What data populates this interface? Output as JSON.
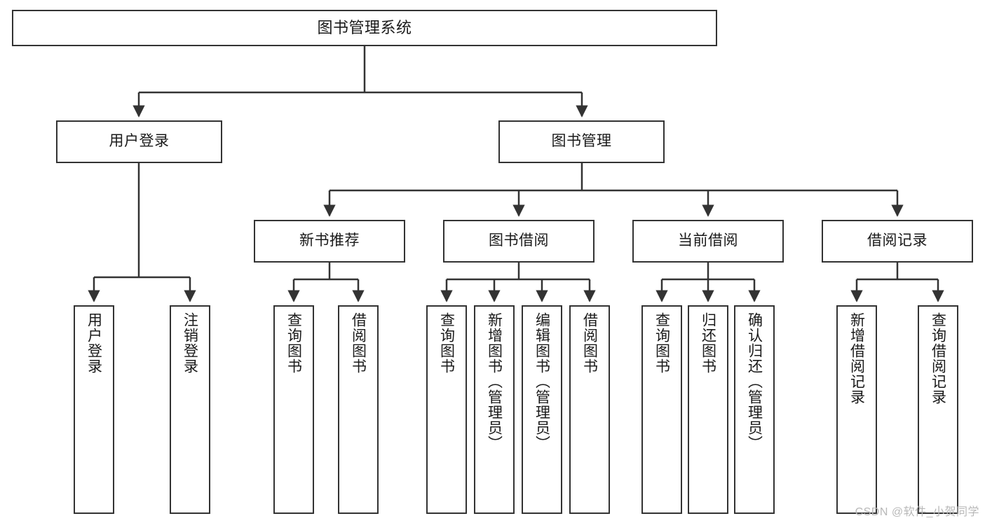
{
  "diagram": {
    "type": "tree",
    "title": "图书管理系统",
    "watermark": "CSDN @软件_小贺同学",
    "colors": {
      "box_border": "#333333",
      "box_fill": "#ffffff",
      "edge": "#333333",
      "text": "#1a1a1a",
      "watermark": "#b8b8b8",
      "background": "#ffffff"
    },
    "levels": {
      "root": "图书管理系统",
      "level2": [
        "用户登录",
        "图书管理"
      ],
      "level3": [
        "新书推荐",
        "图书借阅",
        "当前借阅",
        "借阅记录"
      ],
      "leaves": [
        "用户登录",
        "注销登录",
        "查询图书",
        "借阅图书",
        "查询图书",
        "新增图书（管理员）",
        "编辑图书（管理员）",
        "借阅图书",
        "查询图书",
        "归还图书",
        "确认归还（管理员）",
        "新增借阅记录",
        "查询借阅记录"
      ]
    },
    "nodes": {
      "root": {
        "label": "图书管理系统"
      },
      "user_login": {
        "label": "用户登录"
      },
      "book_manage": {
        "label": "图书管理"
      },
      "new_book_rec": {
        "label": "新书推荐"
      },
      "book_borrow": {
        "label": "图书借阅"
      },
      "current_borrow": {
        "label": "当前借阅"
      },
      "borrow_record": {
        "label": "借阅记录"
      },
      "leaf_user_login": {
        "label": "用户登录"
      },
      "leaf_logout": {
        "label": "注销登录"
      },
      "leaf_query_book_1": {
        "label": "查询图书"
      },
      "leaf_borrow_book_1": {
        "label": "借阅图书"
      },
      "leaf_query_book_2": {
        "label": "查询图书"
      },
      "leaf_add_book": {
        "label": "新增图书（管理员）"
      },
      "leaf_edit_book": {
        "label": "编辑图书（管理员）"
      },
      "leaf_borrow_book_2": {
        "label": "借阅图书"
      },
      "leaf_query_book_3": {
        "label": "查询图书"
      },
      "leaf_return_book": {
        "label": "归还图书"
      },
      "leaf_confirm_return": {
        "label": "确认归还（管理员）"
      },
      "leaf_add_record": {
        "label": "新增借阅记录"
      },
      "leaf_query_record": {
        "label": "查询借阅记录"
      }
    },
    "edges": [
      {
        "from": "root",
        "to": "user_login"
      },
      {
        "from": "root",
        "to": "book_manage"
      },
      {
        "from": "user_login",
        "to": "leaf_user_login"
      },
      {
        "from": "user_login",
        "to": "leaf_logout"
      },
      {
        "from": "book_manage",
        "to": "new_book_rec"
      },
      {
        "from": "book_manage",
        "to": "book_borrow"
      },
      {
        "from": "book_manage",
        "to": "current_borrow"
      },
      {
        "from": "book_manage",
        "to": "borrow_record"
      },
      {
        "from": "new_book_rec",
        "to": "leaf_query_book_1"
      },
      {
        "from": "new_book_rec",
        "to": "leaf_borrow_book_1"
      },
      {
        "from": "book_borrow",
        "to": "leaf_query_book_2"
      },
      {
        "from": "book_borrow",
        "to": "leaf_add_book"
      },
      {
        "from": "book_borrow",
        "to": "leaf_edit_book"
      },
      {
        "from": "book_borrow",
        "to": "leaf_borrow_book_2"
      },
      {
        "from": "current_borrow",
        "to": "leaf_query_book_3"
      },
      {
        "from": "current_borrow",
        "to": "leaf_return_book"
      },
      {
        "from": "current_borrow",
        "to": "leaf_confirm_return"
      },
      {
        "from": "borrow_record",
        "to": "leaf_add_record"
      },
      {
        "from": "borrow_record",
        "to": "leaf_query_record"
      }
    ]
  }
}
